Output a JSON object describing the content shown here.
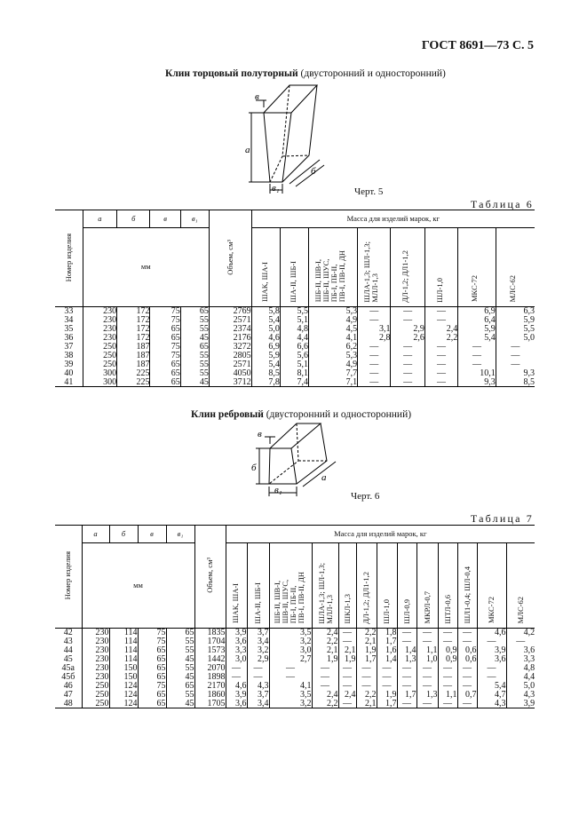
{
  "header": "ГОСТ 8691—73 С. 5",
  "section1": {
    "title_bold": "Клин торцовый полуторный",
    "title_rest": " (двусторонний и односторонний)",
    "caption": "Черт. 5",
    "table_caption": "Таблица 6",
    "fig_labels": {
      "top": "в",
      "side": "а",
      "bottom": "б",
      "bottom_left": "в₁"
    }
  },
  "section2": {
    "title_bold": "Клин ребровый",
    "title_rest": " (двусторонний и односторонний)",
    "caption": "Черт. 6",
    "table_caption": "Таблица 7",
    "fig_labels": {
      "top": "в",
      "side": "б",
      "bottom": "а",
      "bottom_left": "в₁"
    }
  },
  "table6": {
    "h_num": "Номер изделия",
    "h_a": "а",
    "h_b": "б",
    "h_v": "в",
    "h_v1": "в₁",
    "h_mm": "мм",
    "h_vol": "Объем, см³",
    "h_mass": "Масса для изделий марок, кг",
    "marks": [
      "ШАК, ША-I",
      "ША-II, ШБ-I",
      "ШБ-II, ШВ-I,\nШБ-II, ШУС,\nПБ-I, ПБ-II,\nПВ-I, ПВ-II, ДН",
      "ШЛА-1,3; ШЛ-1,3;\nМЛЛ-1,3",
      "ДЛ-1,2; ДЛ1-1,2",
      "ШЛ-1,0",
      "МКС-72",
      "МЛС-62"
    ],
    "rows": [
      [
        "33",
        "230",
        "172",
        "75",
        "65",
        "2769",
        "5,8",
        "5,5",
        "5,3",
        "—",
        "—",
        "—",
        "6,9",
        "6,3"
      ],
      [
        "34",
        "230",
        "172",
        "75",
        "55",
        "2571",
        "5,4",
        "5,1",
        "4,9",
        "—",
        "—",
        "—",
        "6,4",
        "5,9"
      ],
      [
        "35",
        "230",
        "172",
        "65",
        "55",
        "2374",
        "5,0",
        "4,8",
        "4,5",
        "3,1",
        "2,9",
        "2,4",
        "5,9",
        "5,5"
      ],
      [
        "36",
        "230",
        "172",
        "65",
        "45",
        "2176",
        "4,6",
        "4,4",
        "4,1",
        "2,8",
        "2,6",
        "2,2",
        "5,4",
        "5,0"
      ],
      [
        "37",
        "250",
        "187",
        "75",
        "65",
        "3272",
        "6,9",
        "6,6",
        "6,2",
        "—",
        "—",
        "—",
        "—",
        "—"
      ],
      [
        "38",
        "250",
        "187",
        "75",
        "55",
        "2805",
        "5,9",
        "5,6",
        "5,3",
        "—",
        "—",
        "—",
        "—",
        "—"
      ],
      [
        "39",
        "250",
        "187",
        "65",
        "55",
        "2571",
        "5,4",
        "5,1",
        "4,9",
        "—",
        "—",
        "—",
        "—",
        "—"
      ],
      [
        "40",
        "300",
        "225",
        "65",
        "55",
        "4050",
        "8,5",
        "8,1",
        "7,7",
        "—",
        "—",
        "—",
        "10,1",
        "9,3"
      ],
      [
        "41",
        "300",
        "225",
        "65",
        "45",
        "3712",
        "7,8",
        "7,4",
        "7,1",
        "—",
        "—",
        "—",
        "9,3",
        "8,5"
      ]
    ]
  },
  "table7": {
    "h_num": "Номер изделия",
    "h_a": "а",
    "h_b": "б",
    "h_v": "в",
    "h_v1": "в₁",
    "h_mm": "мм",
    "h_vol": "Объем, см³",
    "h_mass": "Масса для изделий марок, кг",
    "marks": [
      "ШАК, ША-I",
      "ША-II, ШБ-I",
      "ШБ-II, ШВ-I,\nШВ-II, ШУС,\nПБ-I, ПБ-II,\nПВ-I, ПВ-II, ДН",
      "ШЛА-1,3; ШЛ-1,3;\nМЛЛ-1,3",
      "ШКЛ-1,3",
      "ДЛ-1,2; ДЛ1-1,2",
      "ШЛ-1,0",
      "ШЛ-0,9",
      "МКРЛ-0,7",
      "ШТЛ-0,6",
      "ШЛ1-0,4; ШЛ-0,4",
      "МКС-72",
      "МЛС-62"
    ],
    "rows": [
      [
        "42",
        "230",
        "114",
        "75",
        "65",
        "1835",
        "3,9",
        "3,7",
        "3,5",
        "2,4",
        "—",
        "2,2",
        "1,8",
        "—",
        "—",
        "—",
        "—",
        "4,6",
        "4,2"
      ],
      [
        "43",
        "230",
        "114",
        "75",
        "55",
        "1704",
        "3,6",
        "3,4",
        "3,2",
        "2,2",
        "—",
        "2,1",
        "1,7",
        "—",
        "—",
        "—",
        "—",
        "—",
        "—"
      ],
      [
        "44",
        "230",
        "114",
        "65",
        "55",
        "1573",
        "3,3",
        "3,2",
        "3,0",
        "2,1",
        "2,1",
        "1,9",
        "1,6",
        "1,4",
        "1,1",
        "0,9",
        "0,6",
        "3,9",
        "3,6"
      ],
      [
        "45",
        "230",
        "114",
        "65",
        "45",
        "1442",
        "3,0",
        "2,9",
        "2,7",
        "1,9",
        "1,9",
        "1,7",
        "1,4",
        "1,3",
        "1,0",
        "0,9",
        "0,6",
        "3,6",
        "3,3"
      ],
      [
        "45а",
        "230",
        "150",
        "65",
        "55",
        "2070",
        "—",
        "—",
        "—",
        "—",
        "—",
        "—",
        "—",
        "—",
        "—",
        "—",
        "—",
        "—",
        "4,8"
      ],
      [
        "45б",
        "230",
        "150",
        "65",
        "45",
        "1898",
        "—",
        "—",
        "—",
        "—",
        "—",
        "—",
        "—",
        "—",
        "—",
        "—",
        "—",
        "—",
        "4,4"
      ],
      [
        "46",
        "250",
        "124",
        "75",
        "65",
        "2170",
        "4,6",
        "4,3",
        "4,1",
        "—",
        "—",
        "—",
        "—",
        "—",
        "—",
        "—",
        "—",
        "5,4",
        "5,0"
      ],
      [
        "47",
        "250",
        "124",
        "65",
        "55",
        "1860",
        "3,9",
        "3,7",
        "3,5",
        "2,4",
        "2,4",
        "2,2",
        "1,9",
        "1,7",
        "1,3",
        "1,1",
        "0,7",
        "4,7",
        "4,3"
      ],
      [
        "48",
        "250",
        "124",
        "65",
        "45",
        "1705",
        "3,6",
        "3,4",
        "3,2",
        "2,2",
        "—",
        "2,1",
        "1,7",
        "—",
        "—",
        "—",
        "—",
        "4,3",
        "3,9"
      ]
    ]
  }
}
